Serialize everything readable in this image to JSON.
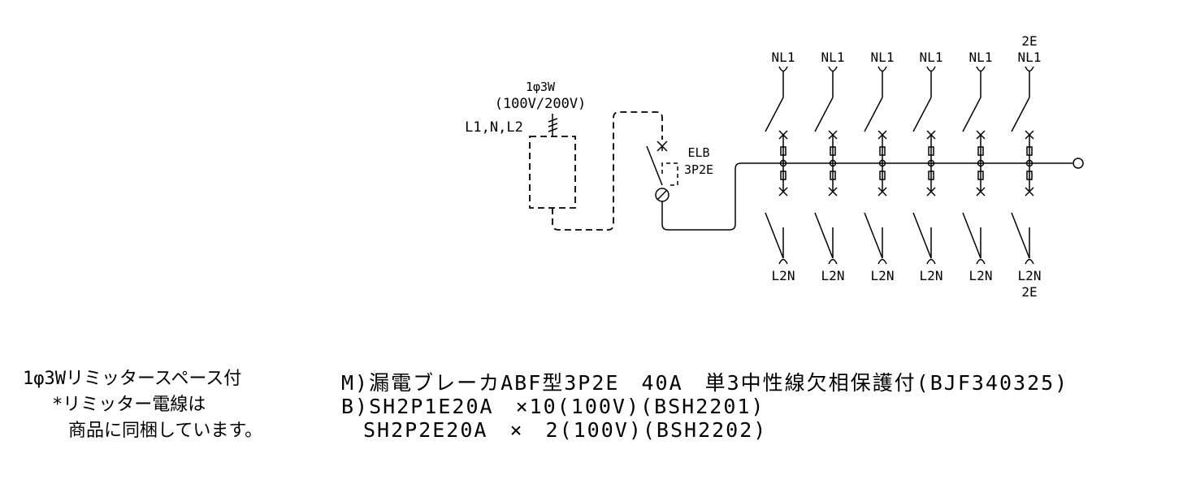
{
  "source": {
    "phase": "1φ3W",
    "voltage": "(100V/200V)",
    "terminals": "L1,N,L2"
  },
  "main_breaker": {
    "name": "ELB",
    "poles": "3P2E"
  },
  "branches_top": [
    "NL1",
    "NL1",
    "NL1",
    "NL1",
    "NL1",
    "NL1"
  ],
  "branches_bottom": [
    "L2N",
    "L2N",
    "L2N",
    "L2N",
    "L2N",
    "L2N"
  ],
  "branch_2e_top": "2E",
  "branch_2e_bottom": "2E",
  "notes_left": [
    "1φ3Wリミッタースペース付",
    "*リミッター電線は",
    "商品に同梱しています。"
  ],
  "notes_right": [
    "M)漏電ブレーカABF型3P2E　40A　単3中性線欠相保護付(BJF340325)",
    "B)SH2P1E20A　×10(100V)(BSH2201)",
    "　SH2P2E20A　×　2(100V)(BSH2202)"
  ]
}
